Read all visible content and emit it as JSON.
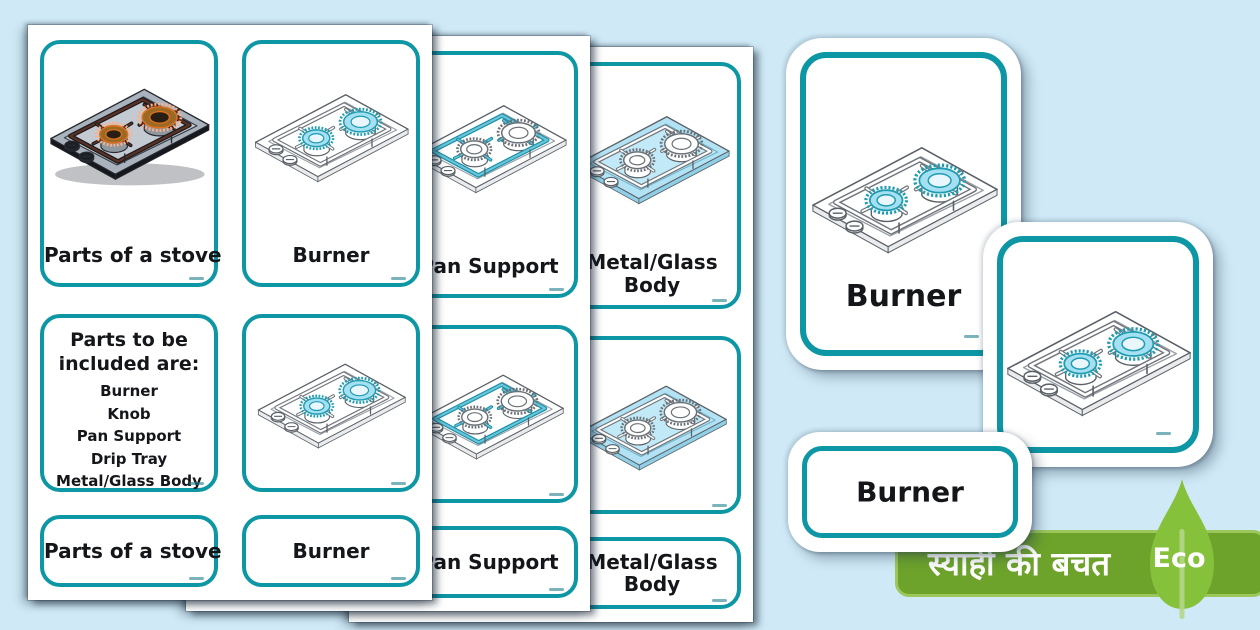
{
  "colors": {
    "background": "#cfe9f7",
    "card_border_teal": "#0d96a4",
    "highlight_blue": "#a5e0f2",
    "banner_green": "#6da32b",
    "banner_border_green": "#9cc75c",
    "leaf_green": "#86c13c",
    "label_text": "#14161a"
  },
  "flashcards": {
    "title": {
      "label": "Parts of a stove"
    },
    "instructions": {
      "heading": "Parts to be included are:",
      "items": [
        "Burner",
        "Knob",
        "Pan Support",
        "Drip Tray",
        "Metal/Glass Body"
      ]
    },
    "burner": {
      "label": "Burner"
    },
    "pan_support": {
      "label": "Pan Support"
    },
    "metal_glass_body": {
      "label": "Metal/Glass Body"
    }
  },
  "eco_badge": {
    "banner_text": "स्याही की बचत",
    "label": "Eco"
  }
}
